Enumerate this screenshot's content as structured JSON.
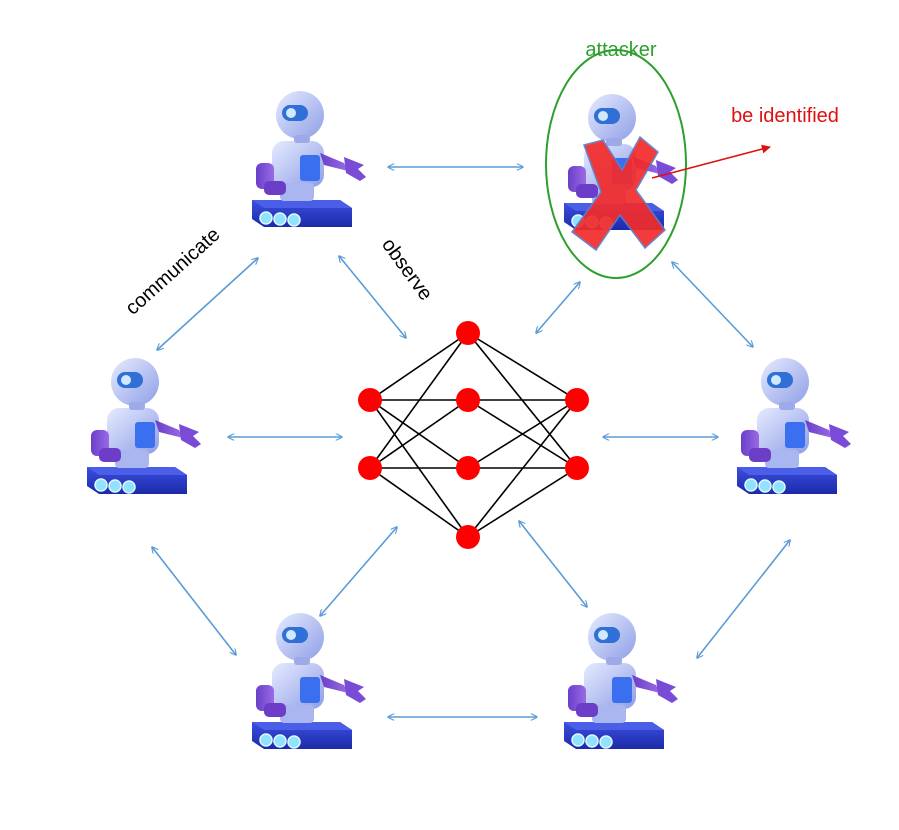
{
  "labels": {
    "attacker": "attacker",
    "identified": "be identified",
    "communicate": "communicate",
    "observe": "observe"
  },
  "colors": {
    "arrow": "#5b9bd5",
    "attacker_ring": "#2ca02c",
    "identified": "#e01010",
    "cross": "#f22b2b",
    "neuron": "#ff0000",
    "robot_body": "#b8c4ee",
    "robot_purple": "#7c4fd0",
    "robot_base": "#2a39c9",
    "robot_visor": "#2f6fd6"
  },
  "robots": [
    {
      "id": "top-left",
      "role": "agent"
    },
    {
      "id": "top-right",
      "role": "attacker"
    },
    {
      "id": "mid-left",
      "role": "agent"
    },
    {
      "id": "mid-right",
      "role": "agent"
    },
    {
      "id": "bottom-left",
      "role": "agent"
    },
    {
      "id": "bottom-right",
      "role": "agent"
    }
  ],
  "network": {
    "layers": [
      2,
      4,
      2
    ]
  }
}
